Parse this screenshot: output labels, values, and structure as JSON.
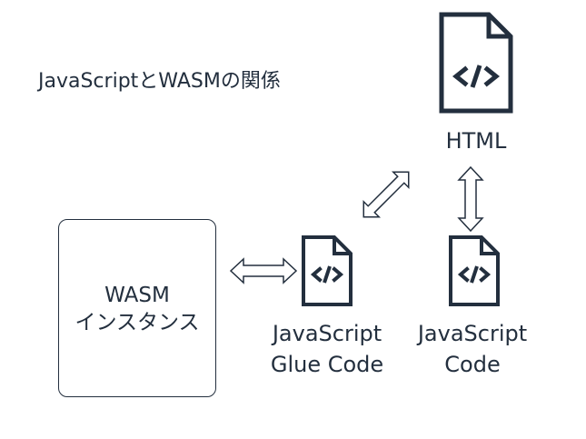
{
  "title": "JavaScriptとWASMの関係",
  "nodes": {
    "html": {
      "label": "HTML",
      "icon": "html-file-icon"
    },
    "wasm_instance": {
      "line1": "WASM",
      "line2": "インスタンス"
    },
    "glue_code": {
      "line1": "JavaScript",
      "line2": "Glue Code",
      "icon": "code-file-icon"
    },
    "js_code": {
      "line1": "JavaScript",
      "line2": "Code",
      "icon": "code-file-icon"
    }
  },
  "edges": [
    {
      "from": "wasm_instance",
      "to": "glue_code",
      "type": "bidirectional"
    },
    {
      "from": "glue_code",
      "to": "html",
      "type": "bidirectional"
    },
    {
      "from": "js_code",
      "to": "html",
      "type": "bidirectional"
    }
  ],
  "colors": {
    "ink": "#232f3e",
    "background": "#ffffff"
  }
}
